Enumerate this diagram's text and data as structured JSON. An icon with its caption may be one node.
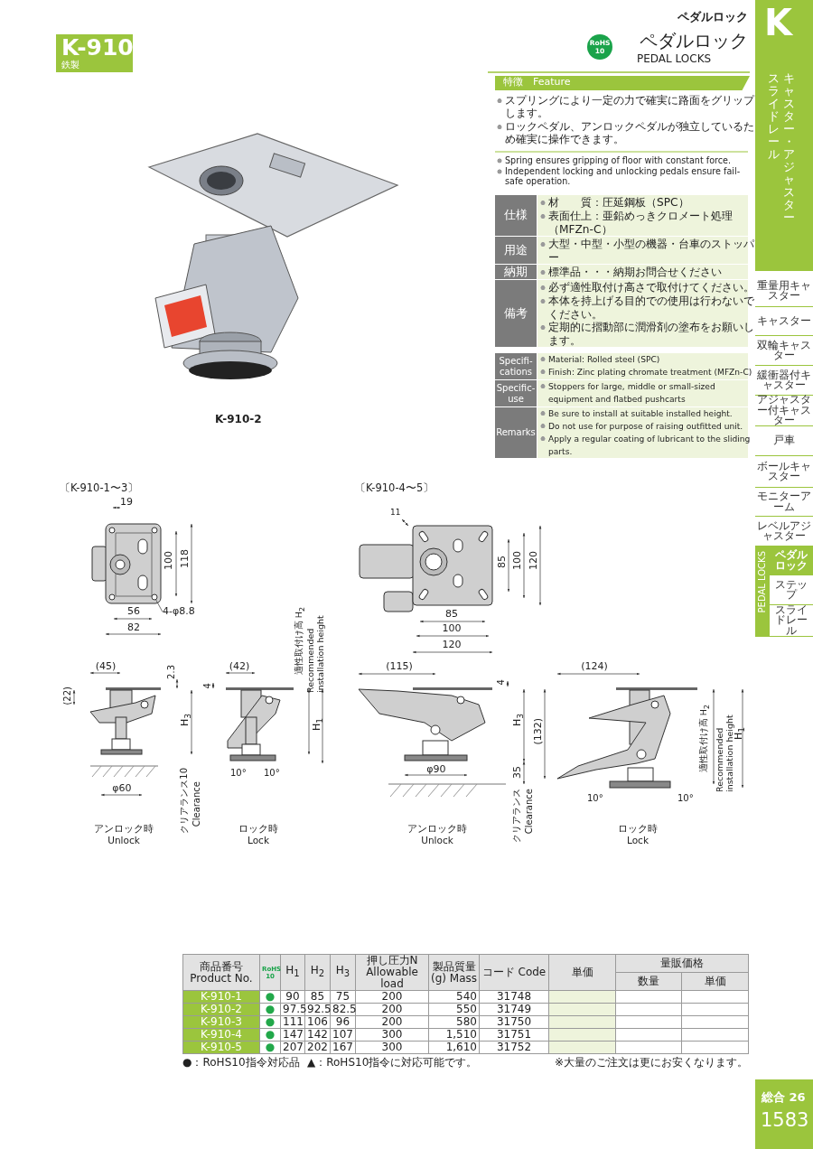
{
  "diagram": {
    "title": "ペダルロック",
    "nodes": [
      {
        "text": [
          "4-φ8.8"
        ]
      },
      {
        "text": [],
        "shape": "circle"
      }
    ],
    "edges": [
      {
        "from": 0,
        "to": 1,
        "arrow": "none"
      }
    ],
    "labels": [
      "K-910",
      "鉄製",
      "ペダルロック",
      "RoHS 10",
      "PEDAL LOCKS",
      "K",
      "キャスター・アジャスター",
      "スライドレール",
      "特徴",
      "Feature",
      "スプリングにより一定の力で確実に路面をグリップします。",
      "ロックペダル、アンロックペダルが独立しているため確実に操作できます。",
      "Spring ensures gripping of floor with constant force.",
      "Independent locking and unlocking pedals ensure fail-safe operation.",
      "仕様",
      "材　　質：圧延鋼板（SPC）",
      "表面仕上：亜鉛めっきクロメート処理（MFZn-C）",
      "用途",
      "大型・中型・小型の機器・台車のストッパー",
      "納期",
      "標準品・・・納期お問合せください",
      "備考",
      "必ず適性取付け高さで取付けてください。",
      "本体を持上げる目的での使用は行わないでください。",
      "定期的に摺動部に潤滑剤の塗布をお願いします。",
      "Specifi- cations",
      "Material: Rolled steel (SPC)",
      "Finish: Zinc plating chromate treatment (MFZn-C)",
      "Specific- use",
      "Stoppers for large, middle or small-sized equipment and flatbed pushcarts",
      "Remarks",
      "Be sure to install at suitable installed height.",
      "Do not use for purpose of raising outfitted unit.",
      "Apply a regular coating of lubricant to the sliding parts.",
      "重量用キャスター",
      "キャスター",
      "双輪キャスター",
      "緩衝器付キャスター",
      "アジャスター付キャスター",
      "戸車",
      "ボールキャスター",
      "モニターアーム",
      "レベルアジャスター",
      "PEDAL LOCKS",
      "ペダルロック",
      "ステップ",
      "スライドレール",
      "K-910-2",
      "〔K-910-1〜3〕",
      "19",
      "100",
      "118",
      "56",
      "82",
      "(45)",
      "2.3",
      "(22)",
      "H$_{3}$",
      "φ60",
      "クリアランス10",
      "Clearance",
      "アンロック時",
      "Unlock",
      "(42)",
      "4",
      "適性取付け高 H$_{2}$",
      "Recommended installation height",
      "H$_{1}$",
      "10°",
      "10°",
      "ロック時",
      "Lock",
      "〔K-910-4〜5〕",
      "11",
      "85",
      "100",
      "120",
      "85",
      "100",
      "120",
      "(115)",
      "4",
      "H$_{3}$",
      "φ90",
      "35",
      "クリアランス",
      "Clearance",
      "アンロック時",
      "Unlock",
      "(124)",
      "(132)",
      "適性取付け高 H$_{2}$",
      "Recommended installation height",
      "H$_{1}$",
      "10°",
      "10°",
      "ロック時",
      "Lock",
      "商品番号 Product No.",
      "RoHS 10",
      "H$_{1}$",
      "H$_{2}$",
      "H$_{3}$",
      "押し圧力N Allowable load",
      "製品質量(g) Mass",
      "コード Code",
      "単価",
      "量販価格",
      "数量",
      "単価",
      "K-910-1",
      "●",
      "90",
      "85",
      "75",
      "200",
      "540",
      "31748",
      "K-910-2",
      "●",
      "97.5",
      "92.5",
      "82.5",
      "200",
      "550",
      "31749",
      "K-910-3",
      "●",
      "111",
      "106",
      "96",
      "200",
      "580",
      "31750",
      "K-910-4",
      "●",
      "147",
      "142",
      "107",
      "300",
      "1,510",
      "31751",
      "K-910-5",
      "●",
      "207",
      "202",
      "167",
      "300",
      "1,610",
      "31752",
      "●：RoHS10指令対応品",
      "▲：RoHS10指令に対応可能です。",
      "※大量のご注文は更にお安くなります。",
      "総合 26",
      "1583"
    ]
  }
}
